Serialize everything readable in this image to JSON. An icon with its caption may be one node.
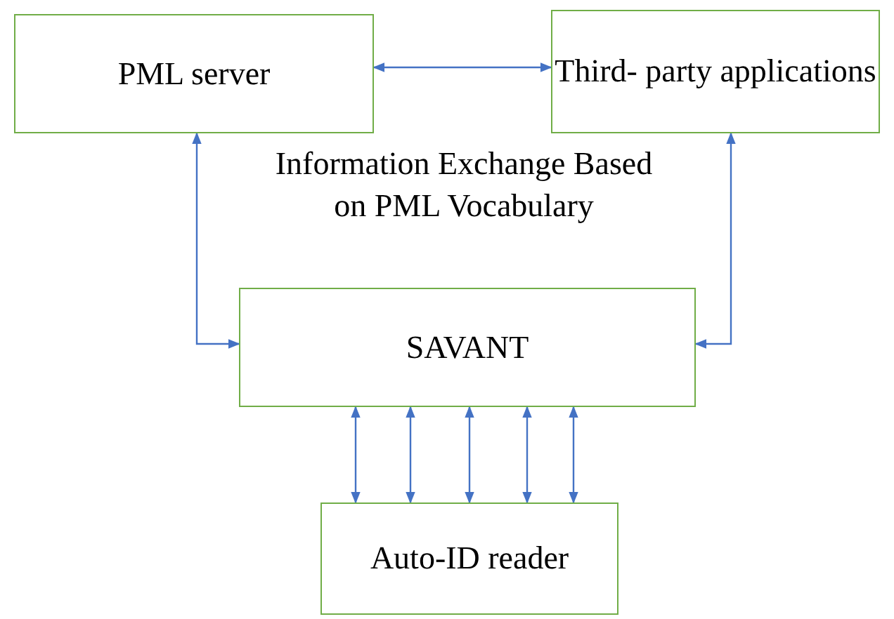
{
  "diagram": {
    "nodes": [
      {
        "text": [
          "PML server"
        ]
      },
      {
        "text": [
          "Third- party applications"
        ]
      },
      {
        "text": [
          "SAVANT"
        ]
      },
      {
        "text": [
          "Auto-ID reader"
        ]
      }
    ],
    "edges": [
      {
        "from": 0,
        "to": 1,
        "arrow": "both"
      },
      {
        "from": 0,
        "to": 2,
        "arrow": "both"
      },
      {
        "from": 1,
        "to": 2,
        "arrow": "both"
      },
      {
        "from": 2,
        "to": 3,
        "arrow": "both"
      },
      {
        "from": 2,
        "to": 3,
        "arrow": "both"
      },
      {
        "from": 2,
        "to": 3,
        "arrow": "both"
      },
      {
        "from": 2,
        "to": 3,
        "arrow": "both"
      },
      {
        "from": 2,
        "to": 3,
        "arrow": "both"
      }
    ],
    "labels": [
      "Information Exchange Based on PML Vocabulary"
    ]
  }
}
